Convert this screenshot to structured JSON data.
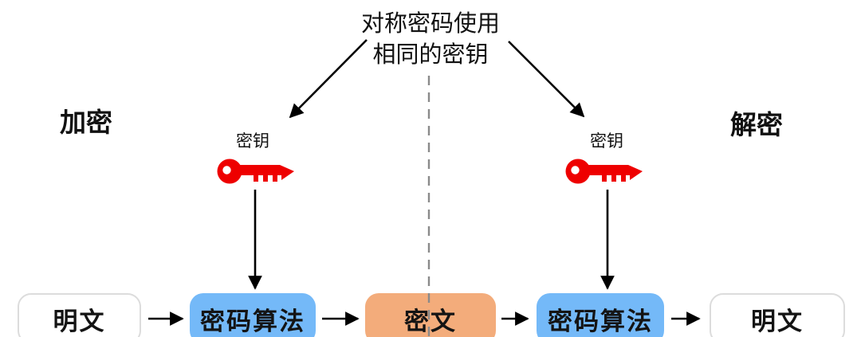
{
  "diagram": {
    "caption": {
      "line1": "对称密码使用",
      "line2": "相同的密钥"
    },
    "left_section_label": "加密",
    "right_section_label": "解密",
    "keys": {
      "left_label": "密钥",
      "right_label": "密钥"
    },
    "flow": {
      "plaintext_left": "明文",
      "algorithm_left": "密码算法",
      "ciphertext": "密文",
      "algorithm_right": "密码算法",
      "plaintext_right": "明文"
    },
    "colors": {
      "key_red": "#ee0000",
      "algorithm_blue": "#74b9f8",
      "ciphertext_orange": "#f3ac7b",
      "plaintext_box_border": "#dcdcdc",
      "divider_gray": "#8a8a8a",
      "arrow_black": "#000000"
    }
  }
}
